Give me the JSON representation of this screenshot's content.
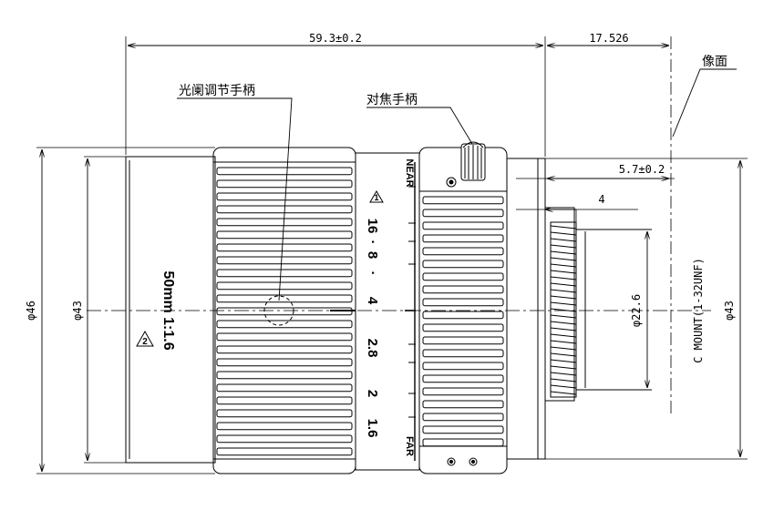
{
  "dimensions": {
    "overall_length": "59.3±0.2",
    "back_focal_length": "17.526",
    "mount_protrusion": "5.7±0.2",
    "thread_length": "4",
    "outer_diameter": "φ46",
    "barrel_diameter": "φ43",
    "mount_diameter": "φ43",
    "rear_diameter": "φ22.6",
    "mount_type": "C MOUNT(1-32UNF)"
  },
  "labels": {
    "image_plane": "像面",
    "iris_handle": "光阑调节手柄",
    "focus_handle": "对焦手柄"
  },
  "lens": {
    "spec": "50mm 1:1.6",
    "note_1": "1",
    "note_2": "2"
  },
  "focus_scale": {
    "near": "NEAR",
    "far": "FAR",
    "f_numbers": [
      "16",
      "8",
      "4",
      "2.8",
      "2",
      "1.6"
    ]
  }
}
